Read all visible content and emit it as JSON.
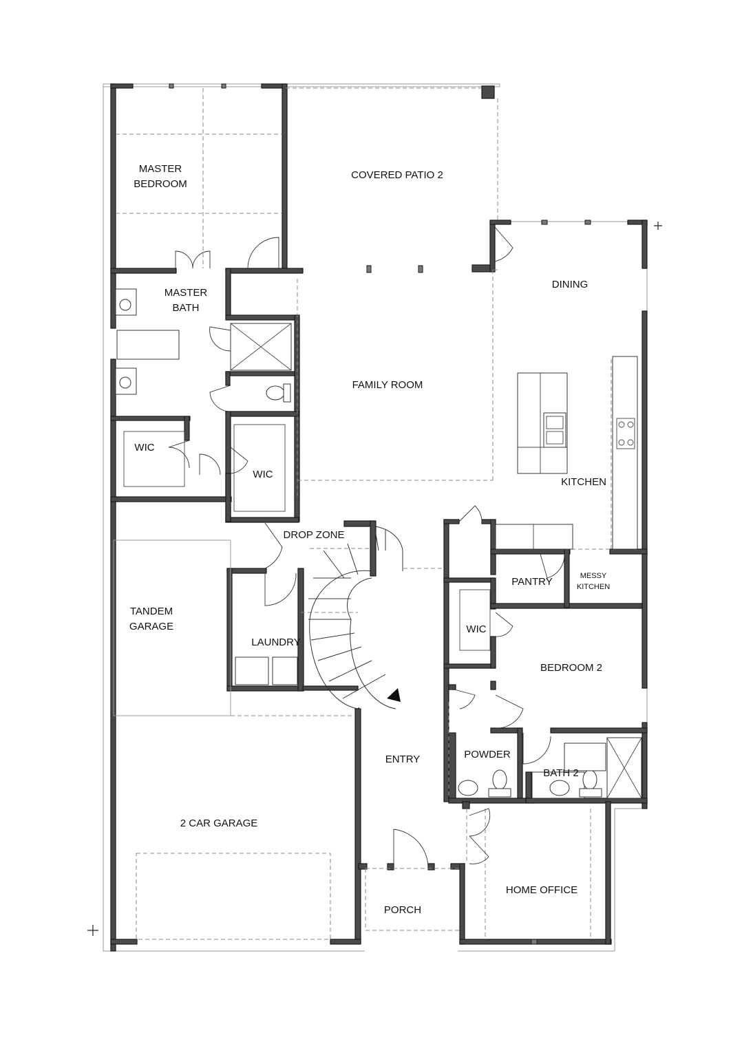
{
  "rooms": {
    "master_bedroom": [
      "MASTER",
      "BEDROOM"
    ],
    "covered_patio": "COVERED PATIO 2",
    "master_bath": [
      "MASTER",
      "BATH"
    ],
    "dining": "DINING",
    "family_room": "FAMILY ROOM",
    "wic_left": "WIC",
    "wic_center": "WIC",
    "kitchen": "KITCHEN",
    "drop_zone": "DROP ZONE",
    "pantry": "PANTRY",
    "messy_kitchen": [
      "MESSY",
      "KITCHEN"
    ],
    "tandem_garage": [
      "TANDEM",
      "GARAGE"
    ],
    "wic_right": "WIC",
    "laundry": "LAUNDRY",
    "bedroom2": "BEDROOM 2",
    "entry": "ENTRY",
    "powder": "POWDER",
    "bath2": "BATH 2",
    "two_car_garage": "2 CAR GARAGE",
    "porch": "PORCH",
    "home_office": "HOME OFFICE"
  }
}
